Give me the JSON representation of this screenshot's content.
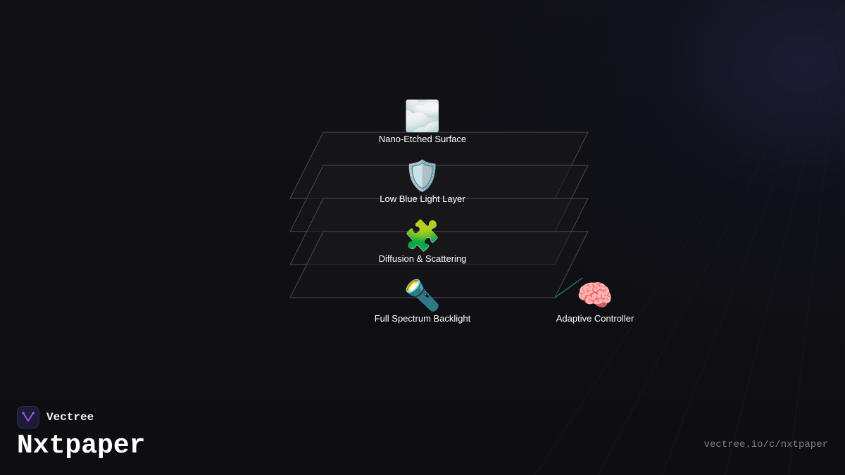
{
  "brand": {
    "name": "Vectree",
    "logo_icon": "vectree-logo-icon",
    "accent": "#9b59d6"
  },
  "product": {
    "title": "Nxtpaper"
  },
  "footer": {
    "url": "vectree.io/c/nxtpaper"
  },
  "diagram": {
    "layer_stroke": "#4a4a4f",
    "layer_fill": "#1a1a1c",
    "connector_color": "#1f6e63",
    "layers": [
      {
        "id": "surface",
        "label": "Nano-Etched Surface",
        "icon": "cloud-icon",
        "emoji": "🌫️"
      },
      {
        "id": "lowblue",
        "label": "Low Blue Light Layer",
        "icon": "shield-icon",
        "emoji": "🛡️"
      },
      {
        "id": "diffusion",
        "label": "Diffusion & Scattering",
        "icon": "puzzle-piece-icon",
        "emoji": "🧩"
      },
      {
        "id": "backlight",
        "label": "Full Spectrum Backlight",
        "icon": "flashlight-icon",
        "emoji": "🔦"
      }
    ],
    "controller": {
      "label": "Adaptive Controller",
      "icon": "brain-icon",
      "emoji": "🧠"
    }
  }
}
